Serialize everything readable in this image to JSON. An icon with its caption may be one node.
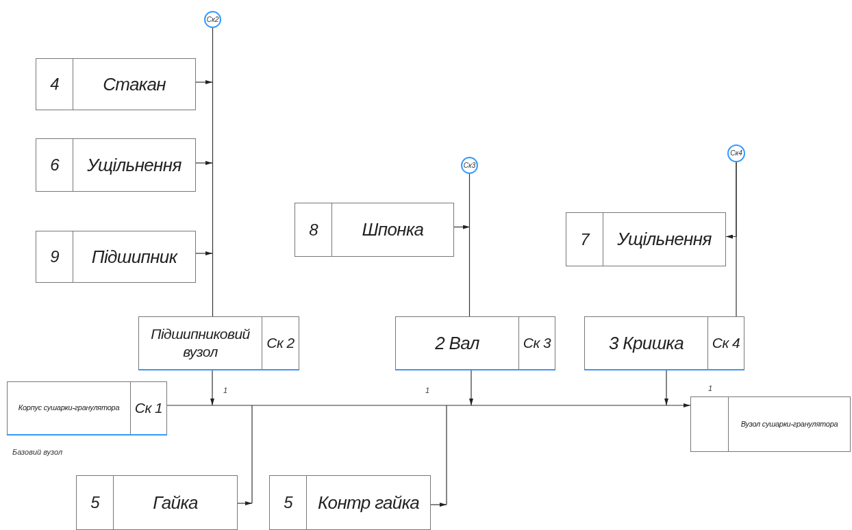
{
  "diagram": {
    "nodes": [
      {
        "text": [
          "Ск2"
        ]
      },
      {
        "text": [
          "4",
          "Стакан"
        ]
      },
      {
        "text": [
          "6",
          "Ущільнення"
        ]
      },
      {
        "text": [
          "9",
          "Підшипник"
        ]
      },
      {
        "text": [
          "Ск3"
        ]
      },
      {
        "text": [
          "8",
          "Шпонка"
        ]
      },
      {
        "text": [
          "Ск4"
        ]
      },
      {
        "text": [
          "7",
          "Ущільнення"
        ]
      },
      {
        "text": [
          "Підшипниковий вузол",
          "Ск 2"
        ]
      },
      {
        "text": [
          "2 Вал",
          "Ск 3"
        ]
      },
      {
        "text": [
          "3 Кришка",
          "Ск 4"
        ]
      },
      {
        "text": [
          "Корпус сушарки-гранулятора",
          "Ск 1"
        ],
        "beside": [
          "Базовий вузол"
        ]
      },
      {
        "text": [
          "5",
          "Гайка"
        ]
      },
      {
        "text": [
          "5",
          "Контр гайка"
        ]
      },
      {
        "text": [
          "Вузол сушарки-гранулятора"
        ]
      }
    ],
    "edges": [
      {
        "from": 1,
        "to": null,
        "arrow": "to"
      },
      {
        "from": 2,
        "to": null,
        "arrow": "to"
      },
      {
        "from": 3,
        "to": null,
        "arrow": "to"
      },
      {
        "from": 0,
        "to": 8,
        "arrow": "none"
      },
      {
        "from": 5,
        "to": null,
        "arrow": "to"
      },
      {
        "from": 4,
        "to": 9,
        "arrow": "none"
      },
      {
        "from": 6,
        "to": 10,
        "arrow": "none"
      },
      {
        "from": 6,
        "to": 7,
        "arrow": "to"
      },
      {
        "from": 11,
        "to": 14,
        "arrow": "to"
      },
      {
        "from": 8,
        "to": null,
        "arrow": "to"
      },
      {
        "from": 9,
        "to": null,
        "arrow": "to"
      },
      {
        "from": 10,
        "to": null,
        "arrow": "to"
      },
      {
        "from": 12,
        "to": null,
        "arrow": "to"
      },
      {
        "from": 13,
        "to": null,
        "arrow": "to"
      }
    ],
    "labels": [
      "1",
      "1",
      "1"
    ]
  }
}
